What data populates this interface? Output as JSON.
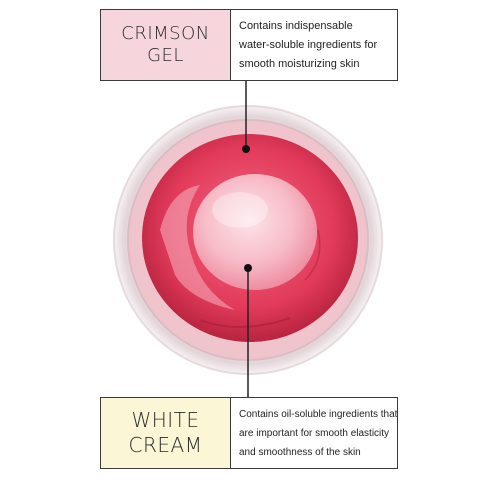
{
  "crimson_gel": {
    "title_line1": "CRIMSON",
    "title_line2": "GEL",
    "description_lines": [
      "Contains indispensable",
      "water-soluble ingredients for",
      "smooth moisturizing skin"
    ],
    "tag_color": "#f6d6dc"
  },
  "white_cream": {
    "title_line1": "WHITE",
    "title_line2": "CREAM",
    "description_lines": [
      "Contains oil-soluble ingredients that",
      "are important for smooth elasticity",
      "and smoothness of the skin"
    ],
    "tag_color": "#fbf7d6"
  },
  "colors": {
    "gel": "#e03a5a",
    "cream": "#f8c3cd",
    "jar_rim": "#e9dde0",
    "border": "#3a3a3a"
  }
}
